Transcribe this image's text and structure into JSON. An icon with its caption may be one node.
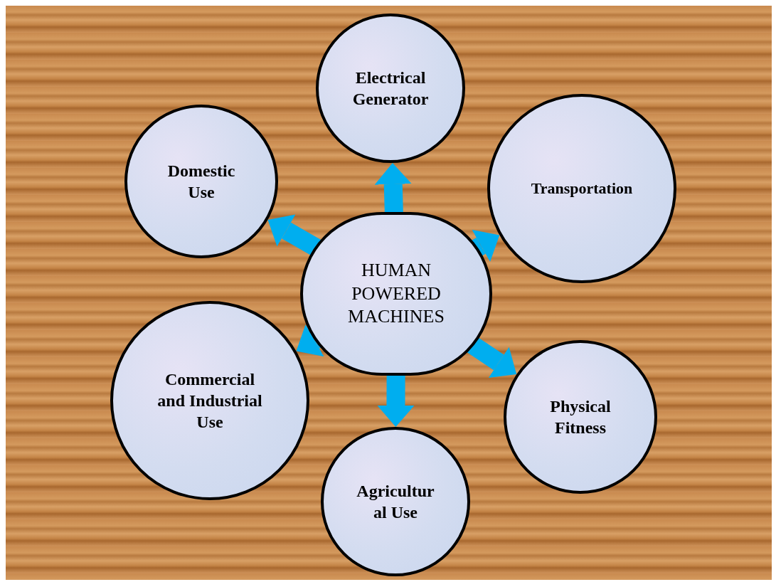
{
  "diagram": {
    "nodes": [
      {
        "text": [
          "HUMAN POWERED MACHINES"
        ]
      },
      {
        "text": [
          "Electrical Generator"
        ]
      },
      {
        "text": [
          "Domestic Use"
        ]
      },
      {
        "text": [
          "Transportation"
        ]
      },
      {
        "text": [
          "Commercial and Industrial Use"
        ]
      },
      {
        "text": [
          "Physical Fitness"
        ]
      },
      {
        "text": [
          "Agricultur al Use"
        ]
      }
    ],
    "edges": [
      {
        "from": 0,
        "to": 1,
        "arrow": "to"
      },
      {
        "from": 0,
        "to": 2,
        "arrow": "to"
      },
      {
        "from": 0,
        "to": 3,
        "arrow": "to"
      },
      {
        "from": 0,
        "to": 4,
        "arrow": "to"
      },
      {
        "from": 0,
        "to": 5,
        "arrow": "to"
      },
      {
        "from": 0,
        "to": 6,
        "arrow": "to"
      }
    ]
  }
}
